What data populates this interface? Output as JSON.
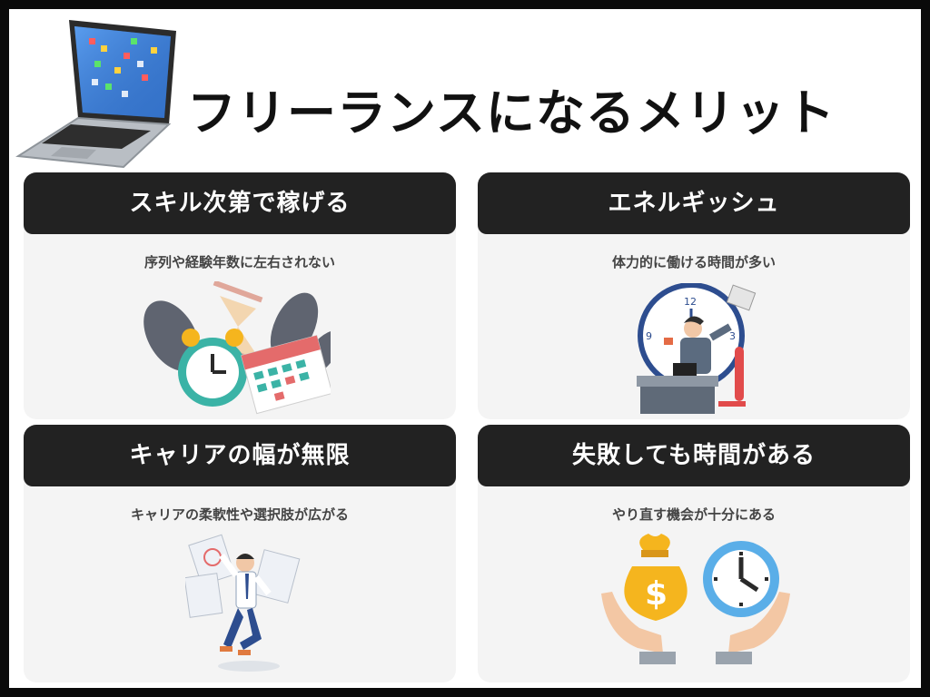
{
  "title": "フリーランスになるメリット",
  "cards": [
    {
      "heading": "スキル次第で稼げる",
      "subtitle": "序列や経験年数に左右されない",
      "illustration": "clock-calendar-hourglass"
    },
    {
      "heading": "エネルギッシュ",
      "subtitle": "体力的に働ける時間が多い",
      "illustration": "worker-with-clock"
    },
    {
      "heading": "キャリアの幅が無限",
      "subtitle": "キャリアの柔軟性や選択肢が広がる",
      "illustration": "jumping-businessman"
    },
    {
      "heading": "失敗しても時間がある",
      "subtitle": "やり直す機会が十分にある",
      "illustration": "hands-money-bag-clock"
    }
  ],
  "clock_numbers": {
    "twelve": "12",
    "three": "3",
    "nine": "9"
  },
  "money_symbol": "$",
  "colors": {
    "background": "#0a0a0a",
    "card": "#f4f4f4",
    "card_header": "#222222",
    "accent_teal": "#3bb3a6",
    "accent_blue": "#5aaee8",
    "gold": "#f5b51e"
  }
}
